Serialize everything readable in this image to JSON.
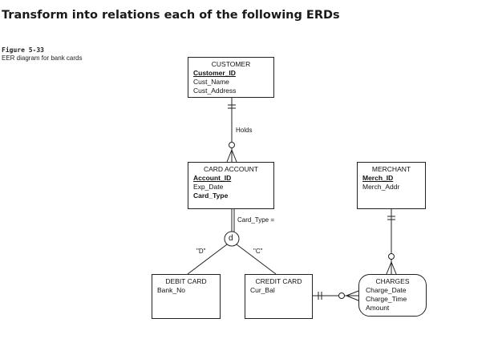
{
  "heading": "Transform into relations each of the following ERDs",
  "figure": {
    "label": "Figure 5-33",
    "caption": "EER diagram for bank cards"
  },
  "entities": {
    "customer": {
      "name": "CUSTOMER",
      "attributes": [
        {
          "text": "Customer_ID",
          "style": "key"
        },
        {
          "text": "Cust_Name",
          "style": "plain"
        },
        {
          "text": "Cust_Address",
          "style": "plain"
        }
      ]
    },
    "card_account": {
      "name": "CARD ACCOUNT",
      "attributes": [
        {
          "text": "Account_ID",
          "style": "key"
        },
        {
          "text": "Exp_Date",
          "style": "plain"
        },
        {
          "text": "Card_Type",
          "style": "bold"
        }
      ]
    },
    "merchant": {
      "name": "MERCHANT",
      "attributes": [
        {
          "text": "Merch_ID",
          "style": "key"
        },
        {
          "text": "Merch_Addr",
          "style": "plain"
        }
      ]
    },
    "debit_card": {
      "name": "DEBIT CARD",
      "attributes": [
        {
          "text": "Bank_No",
          "style": "plain"
        }
      ]
    },
    "credit_card": {
      "name": "CREDIT CARD",
      "attributes": [
        {
          "text": "Cur_Bal",
          "style": "plain"
        }
      ]
    },
    "charges": {
      "name": "CHARGES",
      "attributes": [
        {
          "text": "Charge_Date",
          "style": "plain"
        },
        {
          "text": "Charge_Time",
          "style": "plain"
        },
        {
          "text": "Amount",
          "style": "plain"
        }
      ]
    }
  },
  "relationships": {
    "holds": "Holds",
    "subtype_discriminator": "Card_Type =",
    "disjoint_symbol": "d",
    "debit_value": "\"D\"",
    "credit_value": "\"C\""
  }
}
